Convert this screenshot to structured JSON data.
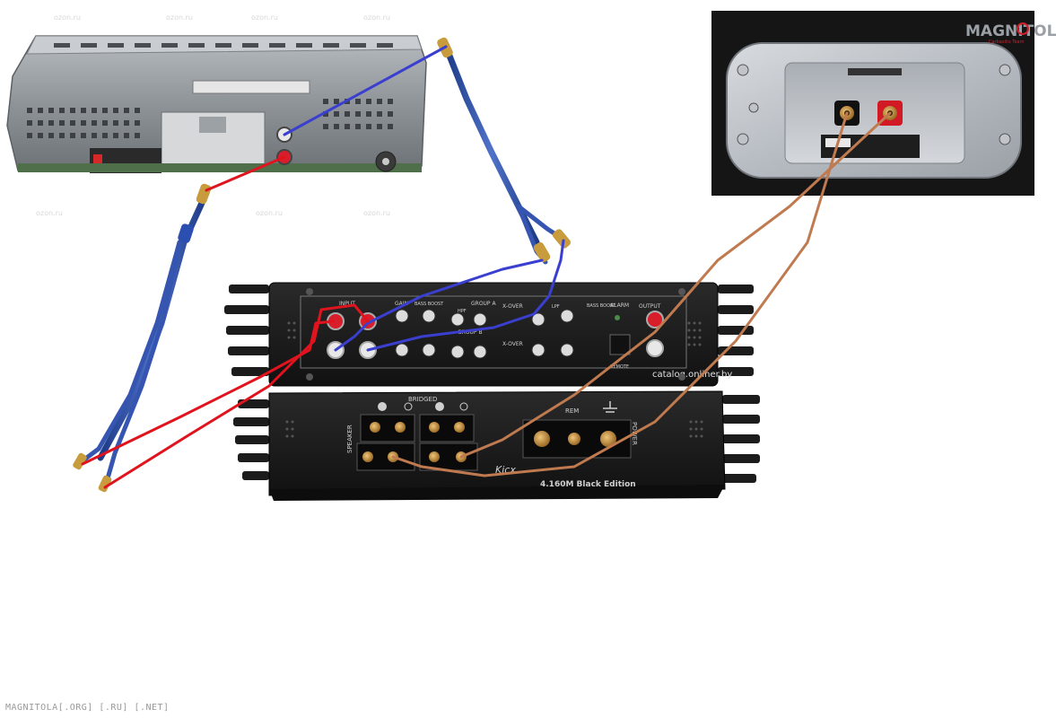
{
  "head_unit": {
    "name": "Car stereo head unit (rear view)",
    "rca_outputs": [
      "white RCA output",
      "red RCA output"
    ]
  },
  "subwoofer": {
    "logo_text": "MAGNITOLA",
    "logo_sub": "Carbasilio Team"
  },
  "amplifier": {
    "top_labels": {
      "input": "INPUT",
      "group_a": "GROUP A",
      "group_b": "GROUP B",
      "gain": "GAIN",
      "bass_boost": "BASS BOOST",
      "hpf": "HPF",
      "lpf": "LPF",
      "x_over": "X-OVER",
      "alarm": "ALARM",
      "output": "OUTPUT",
      "remote": "REMOTE",
      "watermark": "catalog.onliner.by"
    },
    "bottom_labels": {
      "bridged": "BRIDGED",
      "speaker": "SPEAKER",
      "power": "POWER",
      "rem": "REM",
      "model": "4.160M Black Edition",
      "brand": "Kicx"
    }
  },
  "wires": {
    "rca_blue": "#3a3fd0",
    "rca_red": "#e0141e",
    "speaker_brown": "#c07a4f",
    "cable_body": "#2d4fa8"
  },
  "footer_text": "MAGNITOLA[.ORG] [.RU] [.NET]"
}
